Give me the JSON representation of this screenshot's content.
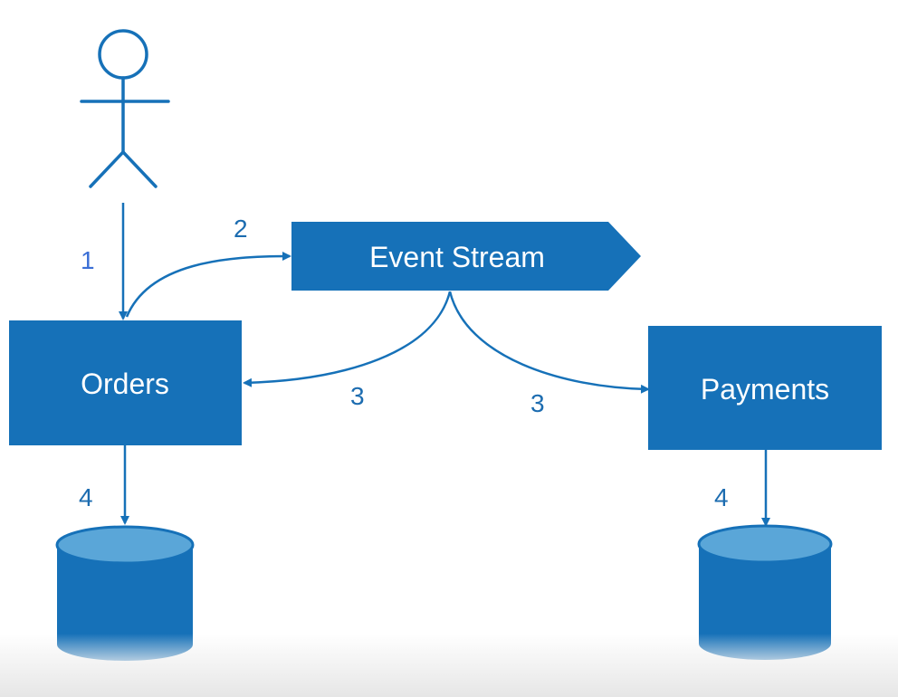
{
  "nodes": {
    "event_stream": "Event Stream",
    "orders": "Orders",
    "payments": "Payments"
  },
  "steps": {
    "user_to_orders": "1",
    "orders_to_stream": "2",
    "stream_to_orders": "3",
    "stream_to_payments": "3",
    "orders_to_db": "4",
    "payments_to_db": "4"
  },
  "colors": {
    "primary": "#1671b8",
    "cylinder_top": "#5aa6d8",
    "step_text": "#1c6cb0",
    "step_text_first": "#3b6fd6"
  }
}
